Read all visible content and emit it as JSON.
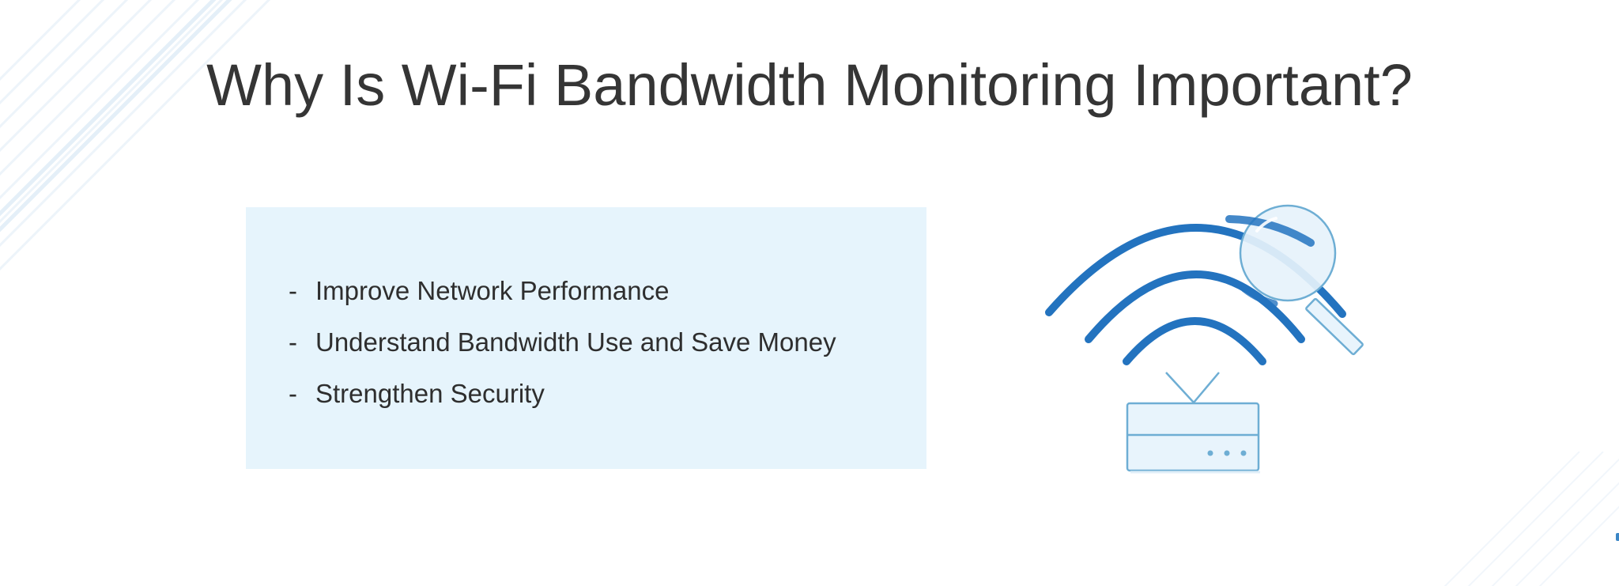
{
  "slide": {
    "title": "Why Is Wi-Fi Bandwidth Monitoring Important?",
    "bullets": [
      "Improve Network Performance",
      "Understand Bandwidth Use and Save Money",
      "Strengthen Security"
    ],
    "bullet_marker": "-"
  },
  "illustration": {
    "icon": "wifi-router-magnifier-icon"
  },
  "colors": {
    "background": "#ffffff",
    "title": "#353535",
    "text": "#2e2e2e",
    "card": "#e6f4fc",
    "wifi_arc": "#2373bf",
    "router_outline": "#6eaed4",
    "router_fill": "#e8f4fc",
    "stripe": "#edf4fa"
  }
}
